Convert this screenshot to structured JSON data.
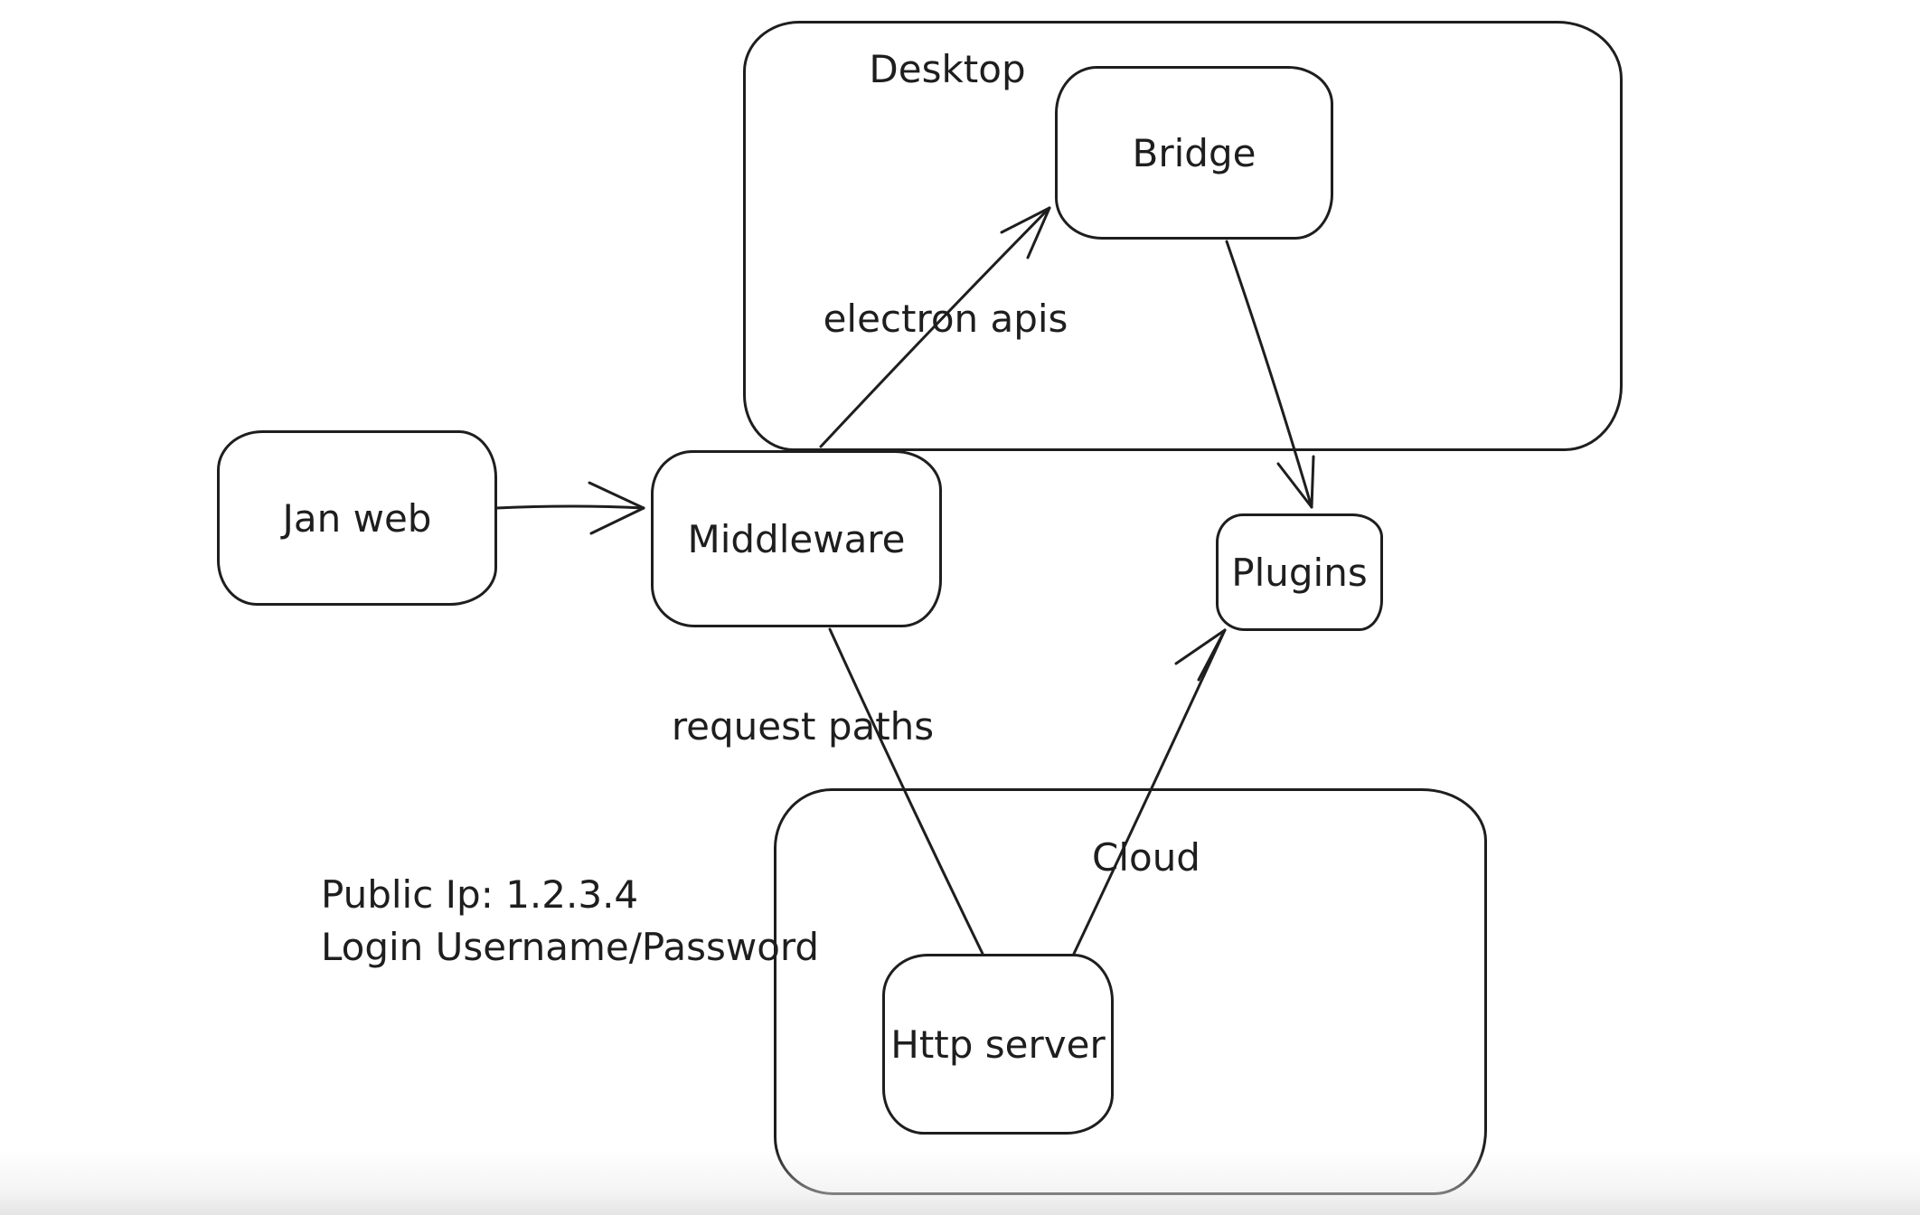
{
  "diagram": {
    "colors": {
      "stroke": "#1e1e1e",
      "background": "#ffffff",
      "window_edge": "#e4e4e4"
    },
    "containers": {
      "desktop": {
        "label": "Desktop"
      },
      "cloud": {
        "label": "Cloud"
      }
    },
    "nodes": {
      "jan_web": {
        "label": "Jan web"
      },
      "middleware": {
        "label": "Middleware"
      },
      "bridge": {
        "label": "Bridge"
      },
      "plugins": {
        "label": "Plugins"
      },
      "http_server": {
        "label": "Http server"
      }
    },
    "edge_labels": {
      "electron_apis": {
        "label": "electron apis"
      },
      "request_paths": {
        "label": "request paths"
      }
    },
    "annotations": {
      "public_ip": "Public Ip: 1.2.3.4",
      "login": "Login Username/Password"
    },
    "edges": [
      {
        "from": "jan_web",
        "to": "middleware",
        "arrowhead": true,
        "label": ""
      },
      {
        "from": "middleware",
        "to": "bridge",
        "arrowhead": true,
        "label": "electron apis"
      },
      {
        "from": "bridge",
        "to": "plugins",
        "arrowhead": true,
        "label": ""
      },
      {
        "from": "middleware",
        "to": "http_server",
        "arrowhead": false,
        "label": "request paths"
      },
      {
        "from": "http_server",
        "to": "plugins",
        "arrowhead": true,
        "label": ""
      }
    ]
  }
}
